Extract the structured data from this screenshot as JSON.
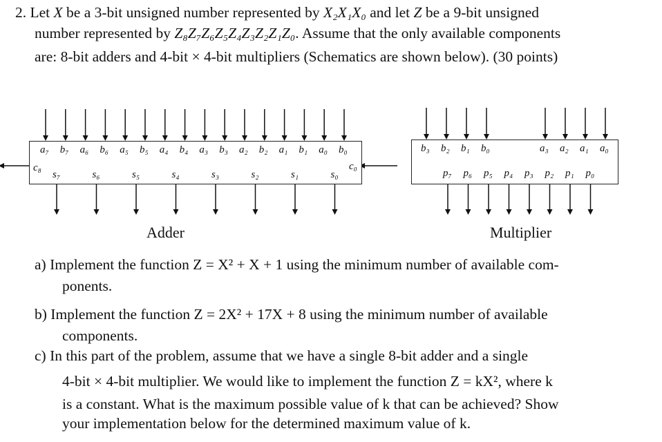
{
  "problem": {
    "number": "2.",
    "line1_pre": "Let ",
    "var_x": "X",
    "line1_mid": " be a 3-bit unsigned number represented by ",
    "x_bits": "X₂X₁X₀",
    "line1_and": " and let ",
    "var_z": "Z",
    "line1_post": " be a 9-bit unsigned",
    "line2_pre": "number represented by ",
    "z_bits": "Z₈Z₇Z₆Z₅Z₄Z₃Z₂Z₁Z₀",
    "line2_post": ". Assume that the only available components",
    "line3": "are: 8-bit adders and 4-bit × 4-bit multipliers (Schematics are shown below). (30 points)"
  },
  "adder": {
    "caption": "Adder",
    "input_labels": [
      "a₇",
      "b₇",
      "a₆",
      "b₆",
      "a₅",
      "b₅",
      "a₄",
      "b₄",
      "a₃",
      "b₃",
      "a₂",
      "b₂",
      "a₁",
      "b₁",
      "a₀",
      "b₀"
    ],
    "sum_labels": [
      "s₇",
      "s₆",
      "s₅",
      "s₄",
      "s₃",
      "s₂",
      "s₁",
      "s₀"
    ],
    "carry_out": "c₈",
    "carry_in": "c₀"
  },
  "multiplier": {
    "caption": "Multiplier",
    "b_labels": [
      "b₃",
      "b₂",
      "b₁",
      "b₀"
    ],
    "a_labels": [
      "a₃",
      "a₂",
      "a₁",
      "a₀"
    ],
    "p_labels": [
      "p₇",
      "p₆",
      "p₅",
      "p₄",
      "p₃",
      "p₂",
      "p₁",
      "p₀"
    ]
  },
  "parts": {
    "a_line1": "a) Implement the function Z = X² + X + 1 using the minimum number of available com-",
    "a_line2": "ponents.",
    "b_line1": "b) Implement the function Z = 2X² + 17X + 8 using the minimum number of available",
    "b_line2": "components.",
    "c_line1": "c) In this part of the problem, assume that we have a single 8-bit adder and a single",
    "c_line2": "4-bit × 4-bit multiplier. We would like to implement the function Z = kX², where k",
    "c_line3": "is a constant. What is the maximum possible value of k that can be achieved? Show",
    "c_line4": "your implementation below for the determined maximum value of k."
  }
}
